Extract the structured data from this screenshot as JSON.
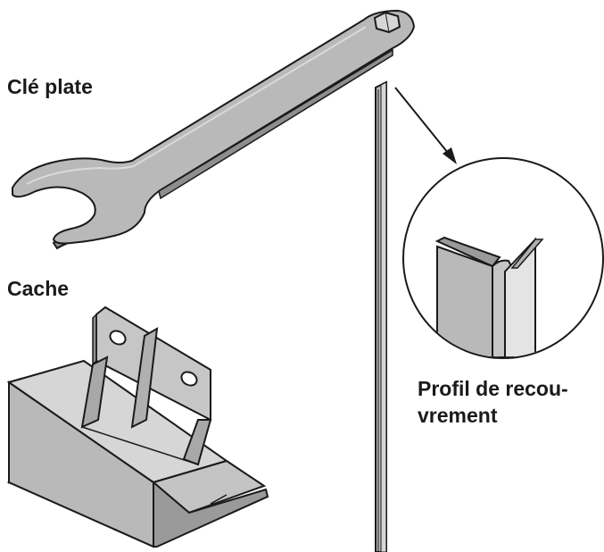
{
  "labels": {
    "wrench": "Clé plate",
    "cover": "Cache",
    "profile_line1": "Profil de recou-",
    "profile_line2": "vrement"
  },
  "colors": {
    "part_fill": "#b9b9b9",
    "part_light": "#d6d6d6",
    "part_dark": "#8e8e8e",
    "outline": "#1a1a1a"
  },
  "icons": [
    "open-end-wrench",
    "cover-bracket",
    "cover-profile",
    "detail-magnifier",
    "leader-arrow"
  ]
}
